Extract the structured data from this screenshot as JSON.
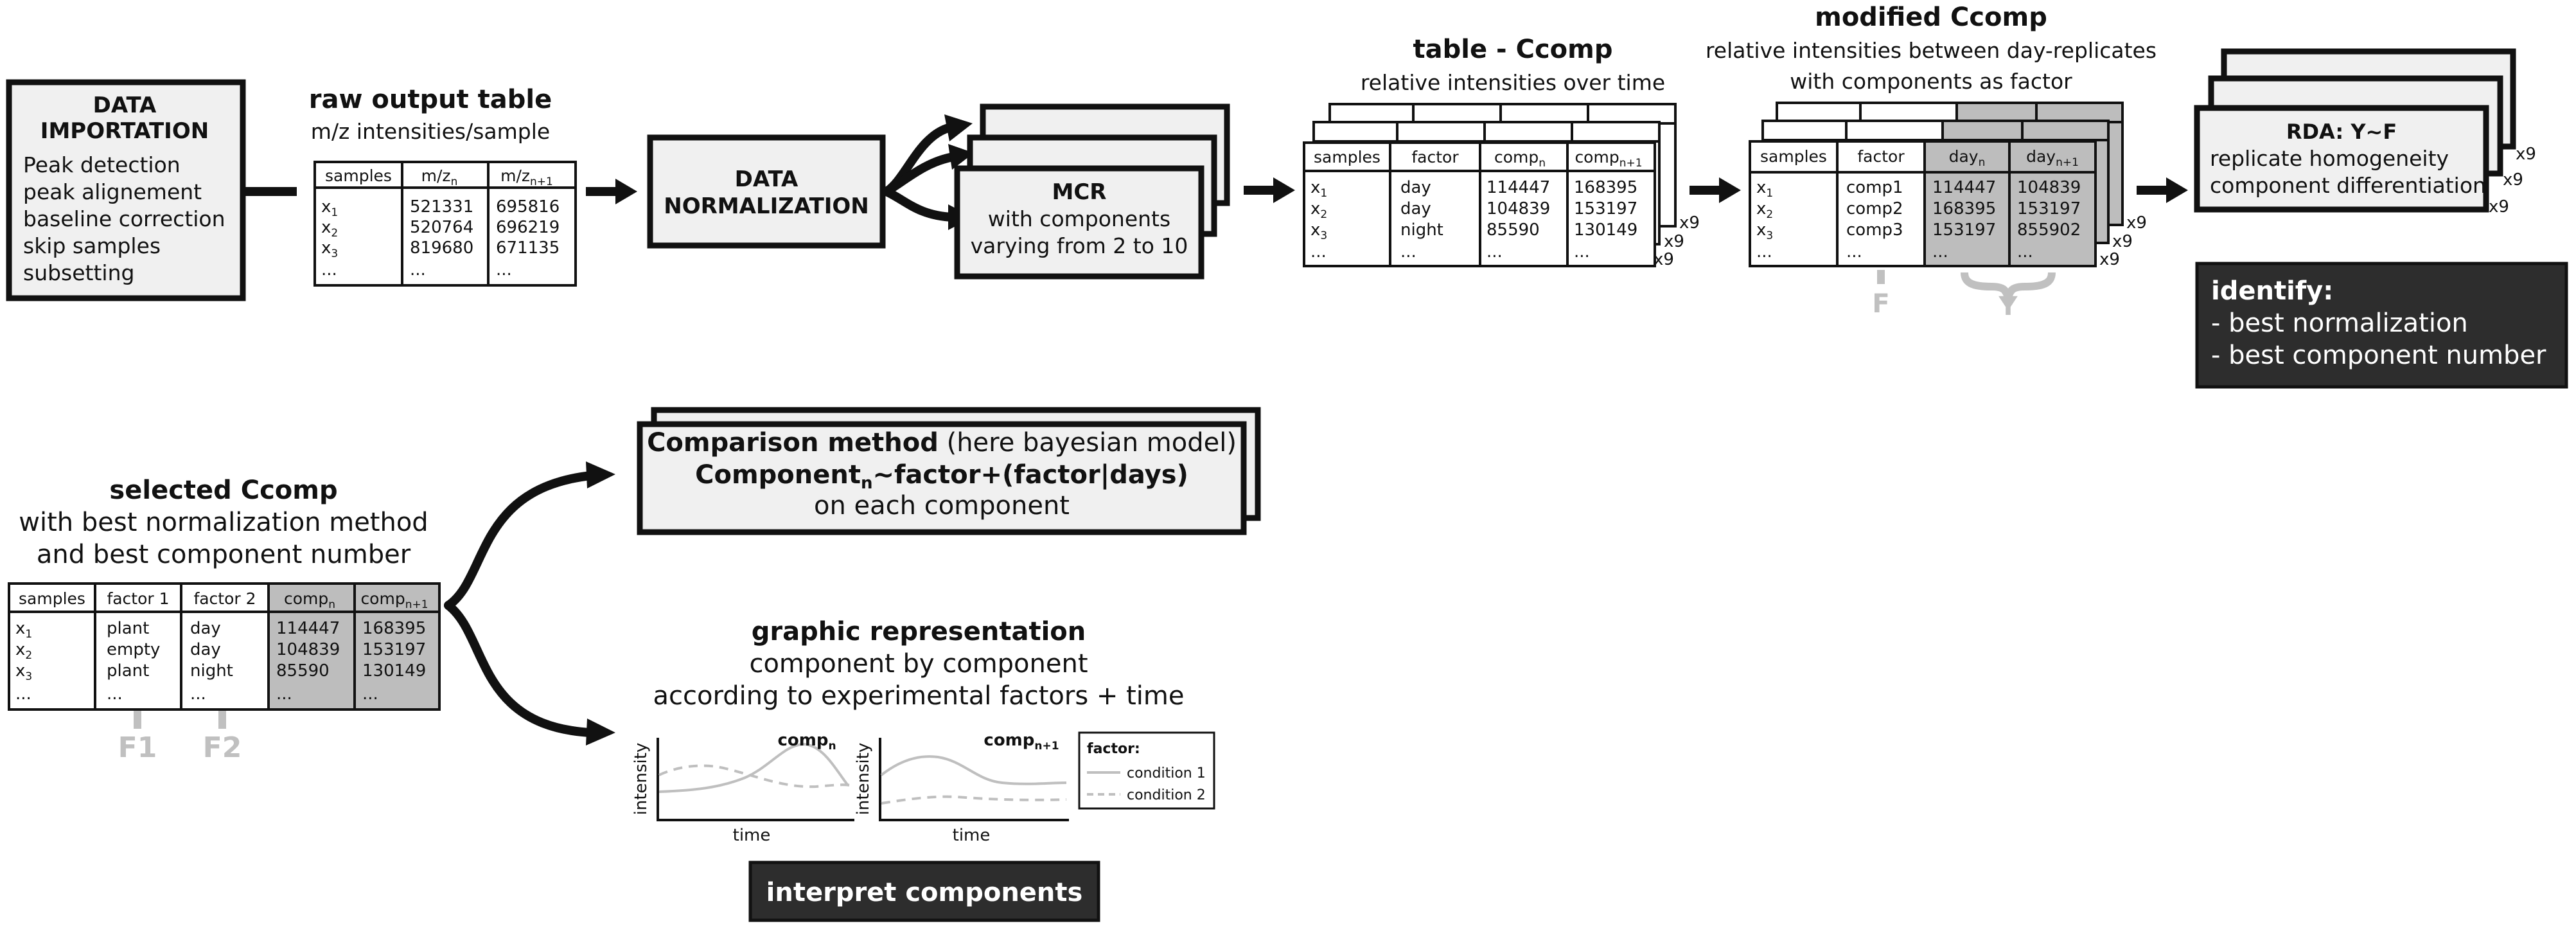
{
  "import_box": {
    "title_lines": [
      "DATA",
      "IMPORTATION"
    ],
    "steps": [
      "Peak detection",
      "peak alignement",
      "baseline correction",
      "skip samples",
      "subsetting"
    ]
  },
  "raw_table": {
    "title": "raw output table",
    "subtitle": "m/z intensities/sample",
    "headers": [
      "samples",
      "m/z",
      "m/z"
    ],
    "header_subs": [
      "",
      "n",
      "n+1"
    ],
    "rows": [
      [
        "x",
        "1",
        "521331",
        "695816"
      ],
      [
        "x",
        "2",
        "520764",
        "696219"
      ],
      [
        "x",
        "3",
        "819680",
        "671135"
      ],
      [
        "...",
        "",
        "...",
        "..."
      ]
    ]
  },
  "normalization_box": {
    "lines": [
      "DATA",
      "NORMALIZATION"
    ]
  },
  "mcr_box": {
    "title": "MCR",
    "lines": [
      "with components",
      "varying from 2 to 10"
    ]
  },
  "ccomp_table": {
    "title": "table - Ccomp",
    "subtitle": "relative intensities over time",
    "headers": [
      "samples",
      "factor",
      "comp",
      "comp"
    ],
    "header_subs": [
      "",
      "",
      "n",
      "n+1"
    ],
    "rows": [
      [
        "x",
        "1",
        "day",
        "114447",
        "168395"
      ],
      [
        "x",
        "2",
        "day",
        "104839",
        "153197"
      ],
      [
        "x",
        "3",
        "night",
        "85590",
        "130149"
      ],
      [
        "...",
        "",
        "...",
        "...",
        "..."
      ]
    ],
    "multiplier": "x9"
  },
  "modified_table": {
    "title": "modified Ccomp",
    "subtitle_lines": [
      "relative intensities between day-replicates",
      "with components as factor"
    ],
    "headers": [
      "samples",
      "factor",
      "day",
      "day"
    ],
    "header_subs": [
      "",
      "",
      "n",
      "n+1"
    ],
    "rows": [
      [
        "x",
        "1",
        "comp1",
        "114447",
        "104839"
      ],
      [
        "x",
        "2",
        "comp2",
        "168395",
        "153197"
      ],
      [
        "x",
        "3",
        "comp3",
        "153197",
        "855902"
      ],
      [
        "...",
        "",
        "...",
        "...",
        "..."
      ]
    ],
    "multiplier": "x9",
    "factor_label": "F",
    "response_label": "Y"
  },
  "rda_box": {
    "title": "RDA: Y~F",
    "lines": [
      "replicate homogeneity",
      "component differentiation"
    ],
    "multiplier": "x9"
  },
  "identify_box": {
    "title": "identify:",
    "items": [
      "- best normalization",
      "- best component number"
    ]
  },
  "selected_table": {
    "title": "selected Ccomp",
    "subtitle_lines": [
      "with best normalization method",
      "and best component number"
    ],
    "headers": [
      "samples",
      "factor 1",
      "factor 2",
      "comp",
      "comp"
    ],
    "header_subs": [
      "",
      "",
      "",
      "n",
      "n+1"
    ],
    "rows": [
      [
        "x",
        "1",
        "plant",
        "day",
        "114447",
        "168395"
      ],
      [
        "x",
        "2",
        "empty",
        "day",
        "104839",
        "153197"
      ],
      [
        "x",
        "3",
        "plant",
        "night",
        "85590",
        "130149"
      ],
      [
        "...",
        "",
        "...",
        "...",
        "...",
        "..."
      ]
    ],
    "factor_labels": [
      "F1",
      "F2"
    ]
  },
  "comparison_box": {
    "method_bold": "Comparison method",
    "method_normal": " (here bayesian model)",
    "formula_pre": "Component",
    "formula_sub": "n",
    "formula_post": "~factor+(factor|days)",
    "line3": "on each component"
  },
  "graphic": {
    "title": "graphic representation",
    "lines": [
      "component by component",
      "according to experimental factors + time"
    ],
    "plots": [
      {
        "title": "comp",
        "title_sub": "n",
        "x_label": "time",
        "y_label": "intensity"
      },
      {
        "title": "comp",
        "title_sub": "n+1",
        "x_label": "time",
        "y_label": "intensity"
      }
    ],
    "legend": {
      "title": "factor:",
      "items": [
        "condition 1",
        "condition 2"
      ]
    }
  },
  "interpret_box": {
    "label": "interpret components"
  },
  "colors": {
    "box_fill": "#f0f0f0",
    "dark_fill": "#2d2d2d",
    "shaded_col": "#bdbdbd",
    "gray_label": "#c0c0c0",
    "ink": "#111111"
  }
}
